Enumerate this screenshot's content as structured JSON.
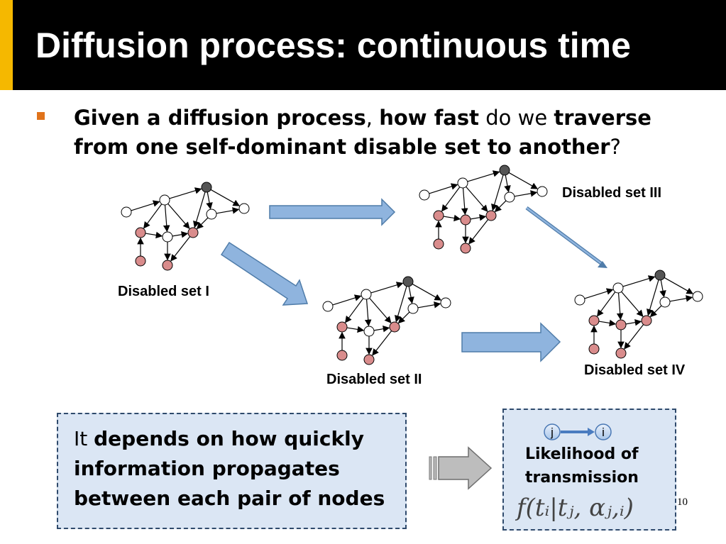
{
  "slide": {
    "title": "Diffusion process: continuous time",
    "bullet": {
      "part1": "Given a diffusion process",
      "part2": ", ",
      "part3": "how fast",
      "part4": " do we ",
      "part5": "traverse",
      "part6": "from one self-dominant disable set to another",
      "part7": "?"
    },
    "labels": {
      "set1": "Disabled set I",
      "set2": "Disabled set II",
      "set3": "Disabled set III",
      "set4": "Disabled set IV"
    },
    "left_box": {
      "prefix": "It ",
      "bold": "depends on how quickly information propagates between each pair of nodes"
    },
    "right_box": {
      "node_j": "j",
      "node_i": "i",
      "likelihood": "Likelihood of transmission",
      "formula": "f(tᵢ|tⱼ, αⱼ,ᵢ)"
    },
    "page_number": "10"
  },
  "colors": {
    "title_bg": "#000000",
    "accent": "#f5b800",
    "bullet": "#e0731b",
    "disabled_node": "#d98c8c",
    "source_node": "#555555",
    "arrow_fill": "#8fb4de",
    "box_fill": "#dbe6f4"
  }
}
